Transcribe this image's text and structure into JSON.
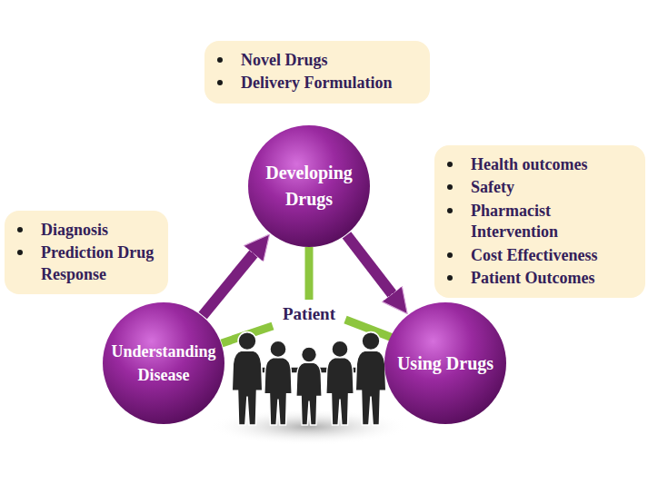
{
  "diagram": {
    "nodes": [
      {
        "text": [
          "Novel Drugs",
          "Delivery Formulation"
        ]
      },
      {
        "text": [
          "Developing Drugs"
        ]
      },
      {
        "text": [
          "Diagnosis",
          "Prediction Drug Response"
        ]
      },
      {
        "text": [
          "Health outcomes",
          "Safety",
          "Pharmacist Intervention",
          "Cost Effectiveness",
          "Patient Outcomes"
        ]
      },
      {
        "text": [
          "Understanding Disease"
        ]
      },
      {
        "text": [
          "Using Drugs"
        ]
      }
    ],
    "edges": [
      {
        "from": 4,
        "to": 1,
        "arrow": "to"
      },
      {
        "from": 1,
        "to": 5,
        "arrow": "to"
      }
    ],
    "labels": [
      "Patient"
    ]
  }
}
